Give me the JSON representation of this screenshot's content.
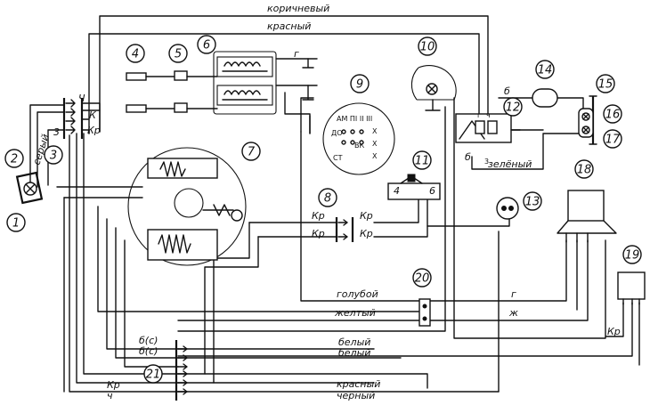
{
  "wire_labels": {
    "brown": "коричневый",
    "red_top": "красный",
    "grey": "серый",
    "green": "зелёный",
    "blue": "голубой",
    "yellow": "желтый",
    "white_1": "белый",
    "white_2": "белый",
    "red_bottom": "красный",
    "black_bottom": "черный"
  },
  "pin_labels": {
    "ch_3": "Ч",
    "k_3": "К",
    "kr_3": "Кр",
    "three": "3",
    "g_6": "г",
    "kr_8a": "Кр",
    "kr_8b": "Кр",
    "kr_8c": "Кр",
    "kr_8d": "Кр",
    "four_11": "4",
    "six_11": "6",
    "b_12": "б",
    "ch_12": "ч",
    "g_12": "г",
    "b_12b": "б",
    "three_12": "3",
    "g_blue": "г",
    "zh_yellow": "ж",
    "kr_19": "Кр",
    "bc_1": "б(с)",
    "bc_2": "б(с)",
    "kr_21": "Кр",
    "ch_21": "ч"
  },
  "switch_9": {
    "row1": "АМ ПI II III",
    "row2": "ДО",
    "row3": "ВК",
    "row4": "СТ",
    "marks": [
      "X",
      "X",
      "X"
    ]
  },
  "components": [
    "1",
    "2",
    "3",
    "4",
    "5",
    "6",
    "7",
    "8",
    "9",
    "10",
    "11",
    "12",
    "13",
    "14",
    "15",
    "16",
    "17",
    "18",
    "19",
    "20",
    "21"
  ]
}
